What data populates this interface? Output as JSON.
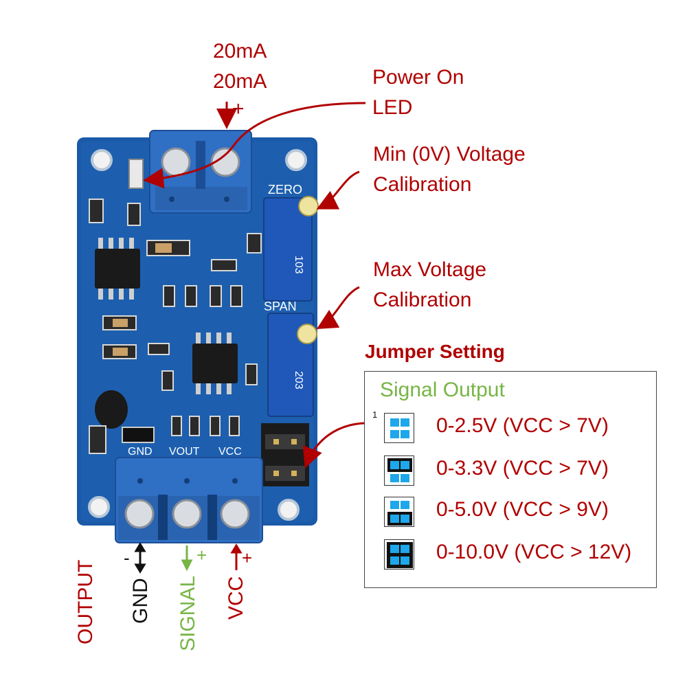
{
  "input": {
    "line1": "20mA",
    "line2": "20mA",
    "plus": "+"
  },
  "annotations": {
    "power_led": [
      "Power On",
      "LED"
    ],
    "zero_cal": [
      "Min (0V) Voltage",
      "Calibration"
    ],
    "span_cal": [
      "Max Voltage",
      "Calibration"
    ]
  },
  "board_silkscreen": {
    "zero": "ZERO",
    "span": "SPAN",
    "gnd": "GND",
    "vout": "VOUT",
    "vcc": "VCC",
    "pot_code_1": "103",
    "pot_code_2": "203"
  },
  "jumper": {
    "title": "Jumper Setting",
    "signal_title": "Signal Output",
    "pin_label": "1",
    "rows": [
      {
        "text": "0-2.5V (VCC > 7V)",
        "caps": "none"
      },
      {
        "text": "0-3.3V (VCC > 7V)",
        "caps": "top"
      },
      {
        "text": "0-5.0V (VCC > 9V)",
        "caps": "bottom"
      },
      {
        "text": "0-10.0V (VCC > 12V)",
        "caps": "both"
      }
    ]
  },
  "output": {
    "word": "OUTPUT",
    "gnd": "GND",
    "gnd_sign": "-",
    "signal": "SIGNAL",
    "signal_sign": "+",
    "vcc": "VCC",
    "vcc_sign": "+"
  },
  "colors": {
    "label_red": "#b00000",
    "label_green": "#77b545",
    "pcb_blue": "#1a5aa8",
    "terminal_blue": "#2f6fc4",
    "jumper_pad": "#1ea7ea"
  }
}
